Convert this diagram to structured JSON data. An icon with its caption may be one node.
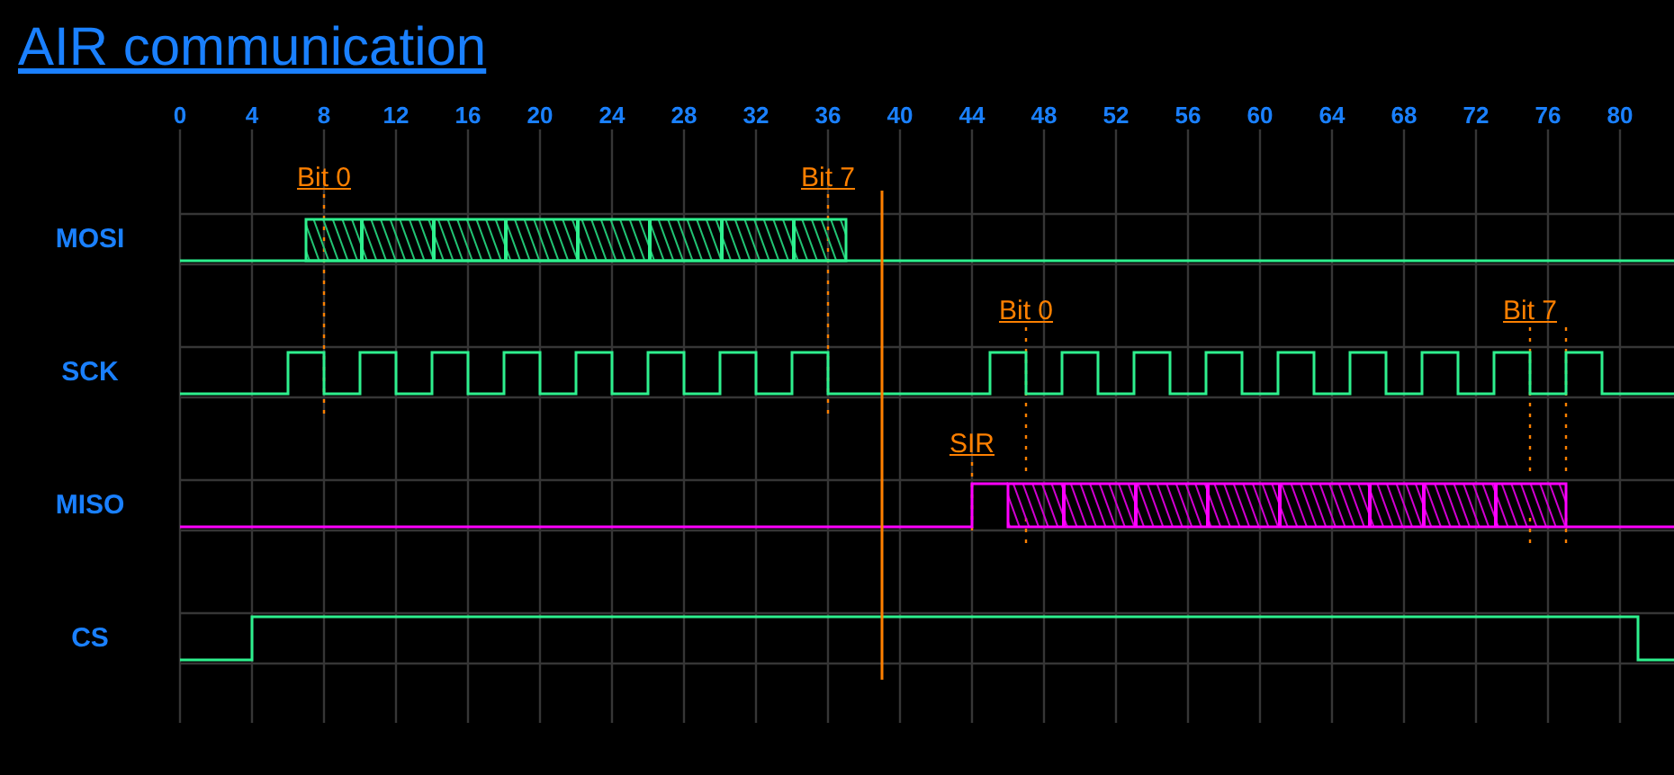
{
  "diagram": {
    "title": "AIR communication",
    "labels": [
      "0",
      "4",
      "8",
      "12",
      "16",
      "20",
      "24",
      "28",
      "32",
      "36",
      "40",
      "44",
      "48",
      "52",
      "56",
      "60",
      "64",
      "68",
      "72",
      "76",
      "80",
      "Bit 0",
      "Bit 7",
      "MOSI",
      "Bit 0",
      "Bit 7",
      "SCK",
      "SIR",
      "MISO",
      "CS"
    ]
  }
}
